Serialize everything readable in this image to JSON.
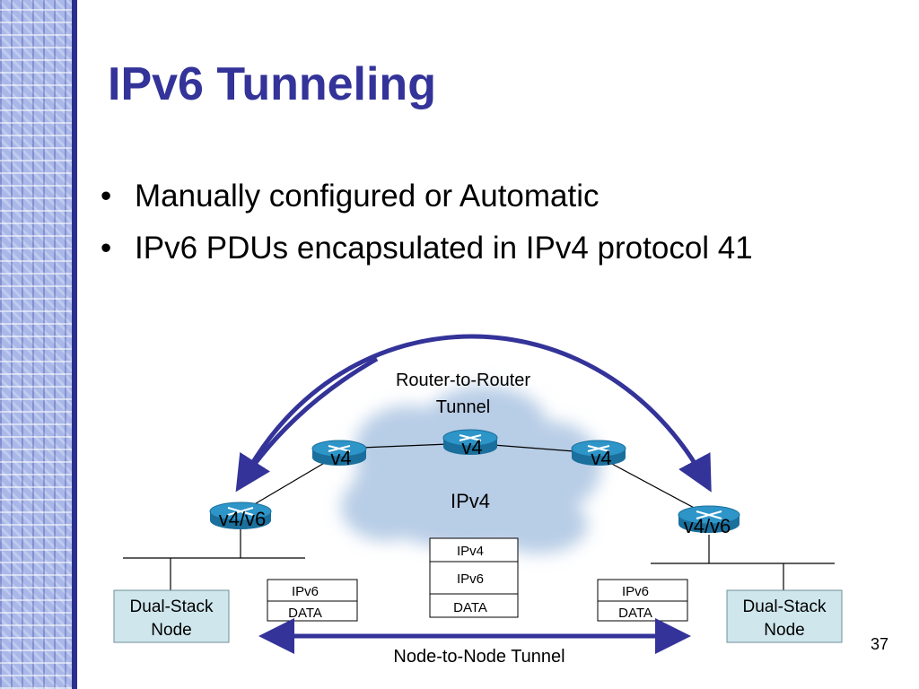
{
  "slide": {
    "title": "IPv6 Tunneling",
    "bullets": [
      "Manually configured or Automatic",
      "IPv6 PDUs encapsulated in IPv4 protocol 41"
    ],
    "page_number": "37"
  },
  "diagram": {
    "cloud_label": "IPv4",
    "router_tunnel_label_line1": "Router-to-Router",
    "router_tunnel_label_line2": "Tunnel",
    "node_tunnel_label": "Node-to-Node Tunnel",
    "routers": {
      "left_edge": "v4/v6",
      "left_inner": "v4",
      "center": "v4",
      "right_inner": "v4",
      "right_edge": "v4/v6"
    },
    "nodes": {
      "left_line1": "Dual-Stack",
      "left_line2": "Node",
      "right_line1": "Dual-Stack",
      "right_line2": "Node"
    },
    "packets": {
      "left": [
        "IPv6",
        "DATA"
      ],
      "center": [
        "IPv4",
        "IPv6",
        "DATA"
      ],
      "right": [
        "IPv6",
        "DATA"
      ]
    },
    "colors": {
      "arrow": "#333399",
      "cloud": "#b8cde6",
      "router": "#1f7fb0",
      "node_fill": "#cfe6ec"
    }
  }
}
